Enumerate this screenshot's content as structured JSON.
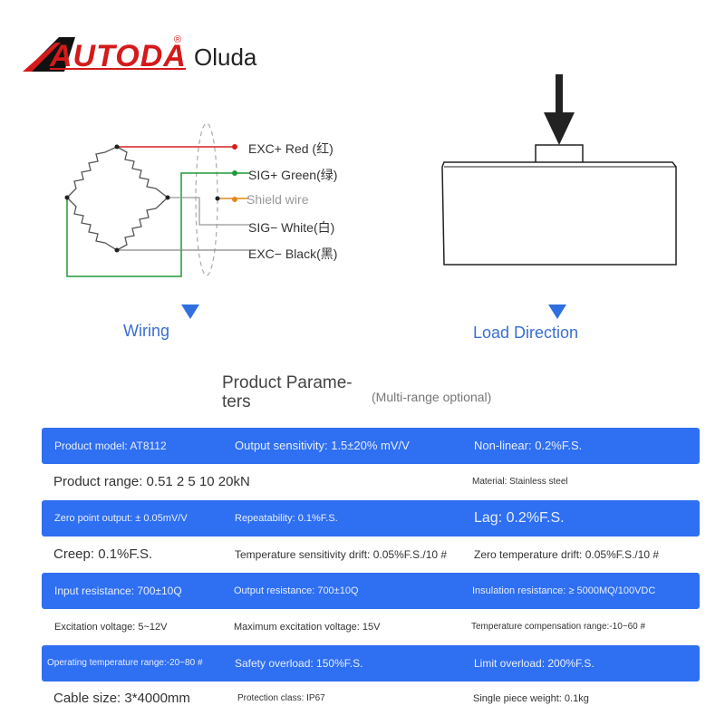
{
  "brand": {
    "logo_text": "AUTODA",
    "registered_mark": "®",
    "subtitle": "Oluda",
    "accent_color": "#d41a1a"
  },
  "wiring": {
    "labels": {
      "exc_plus": "EXC+ Red (红)",
      "sig_plus": "SIG+ Green(绿)",
      "shield": "Shield wire",
      "sig_minus": "SIG− White(白)",
      "exc_minus": "EXC− Black(黑)"
    },
    "colors": {
      "red": "#d42020",
      "green": "#1f9a3a",
      "shield": "#e08a1a",
      "gray": "#888888"
    },
    "caption": "Wiring"
  },
  "load": {
    "caption": "Load Direction"
  },
  "params": {
    "title": "Product Parame- ters",
    "note": "(Multi-range optional)",
    "rows": [
      {
        "style": "blue",
        "cells": [
          "Product model: AT8112",
          "Output sensitivity: 1.5±20% mV/V",
          "Non-linear: 0.2%F.S."
        ]
      },
      {
        "style": "white",
        "cells": [
          "Product range: 0.51 2 5 10 20kN",
          "",
          "Material: Stainless steel"
        ]
      },
      {
        "style": "blue",
        "cells": [
          "Zero point output: ± 0.05mV/V",
          "Repeatability: 0.1%F.S.",
          "Lag: 0.2%F.S."
        ]
      },
      {
        "style": "white",
        "cells": [
          "Creep: 0.1%F.S.",
          "Temperature sensitivity drift: 0.05%F.S./10 #",
          "Zero temperature drift: 0.05%F.S./10 #"
        ]
      },
      {
        "style": "blue",
        "cells": [
          "Input resistance: 700±10Q",
          "Output resistance: 700±10Q",
          "Insulation resistance: ≥ 5000MQ/100VDC"
        ]
      },
      {
        "style": "white",
        "cells": [
          "Excitation voltage: 5~12V",
          "Maximum excitation voltage: 15V",
          "Temperature compensation range:-10~60 #"
        ]
      },
      {
        "style": "blue",
        "cells": [
          "Operating temperature range:-20~80 #",
          "Safety overload: 150%F.S.",
          "Limit overload: 200%F.S."
        ]
      },
      {
        "style": "white",
        "cells": [
          "Cable size: 3*4000mm",
          "Protection class: IP67",
          "Single piece weight: 0.1kg"
        ]
      }
    ],
    "row_color": "#2f6ff2"
  }
}
